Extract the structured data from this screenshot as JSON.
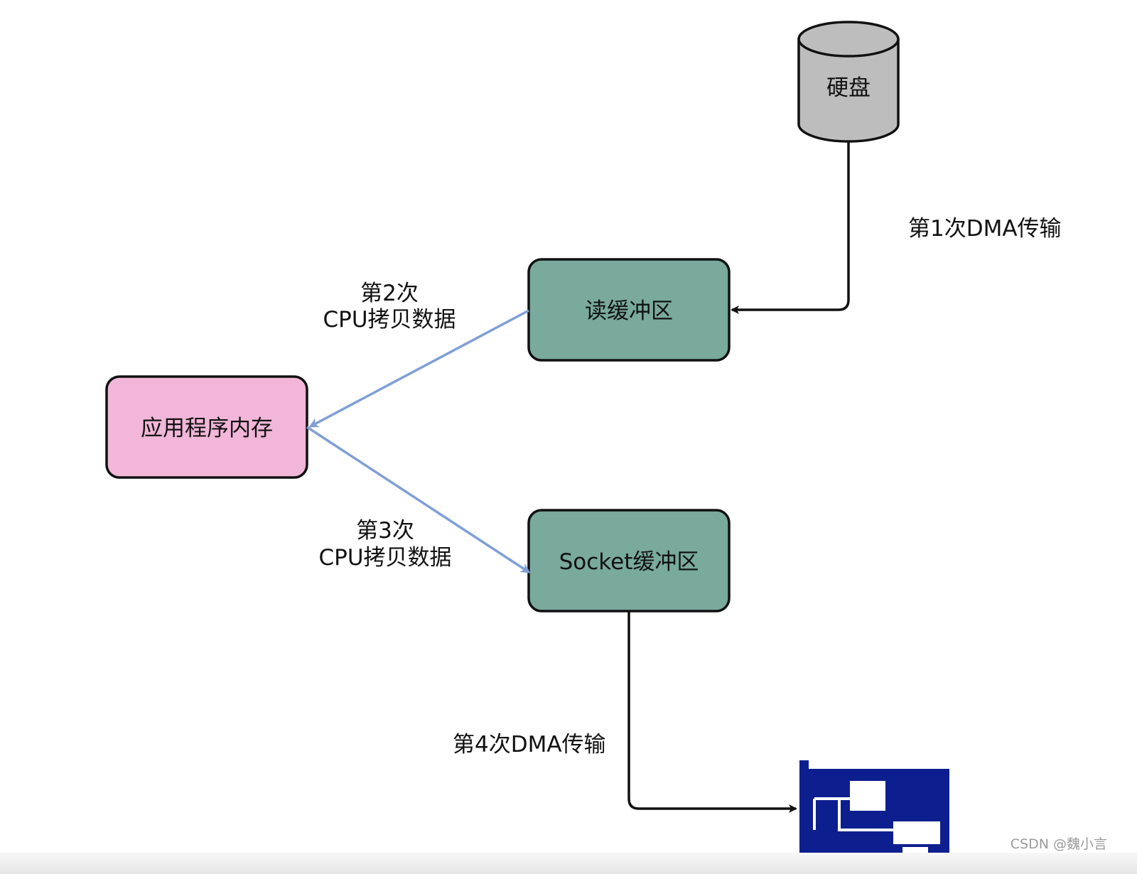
{
  "colors": {
    "disk_fill": "#bdbdbd",
    "buffer_fill": "#79aa9c",
    "app_memory_fill": "#f1b6d8",
    "nic_fill": "#0d1f8f",
    "dma_arrow": "#111111",
    "cpu_arrow": "#7f9fd6"
  },
  "nodes": {
    "disk": {
      "label": "硬盘",
      "shape": "cylinder"
    },
    "read_buffer": {
      "label": "读缓冲区"
    },
    "app_memory": {
      "label": "应用程序内存"
    },
    "socket_buffer": {
      "label": "Socket缓冲区"
    },
    "nic": {
      "icon": "network-card-icon"
    }
  },
  "edges": {
    "dma1": {
      "label": "第1次DMA传输"
    },
    "cpu2": {
      "label_line1": "第2次",
      "label_line2": "CPU拷贝数据"
    },
    "cpu3": {
      "label_line1": "第3次",
      "label_line2": "CPU拷贝数据"
    },
    "dma4": {
      "label": "第4次DMA传输"
    }
  },
  "watermark": "CSDN @魏小言"
}
